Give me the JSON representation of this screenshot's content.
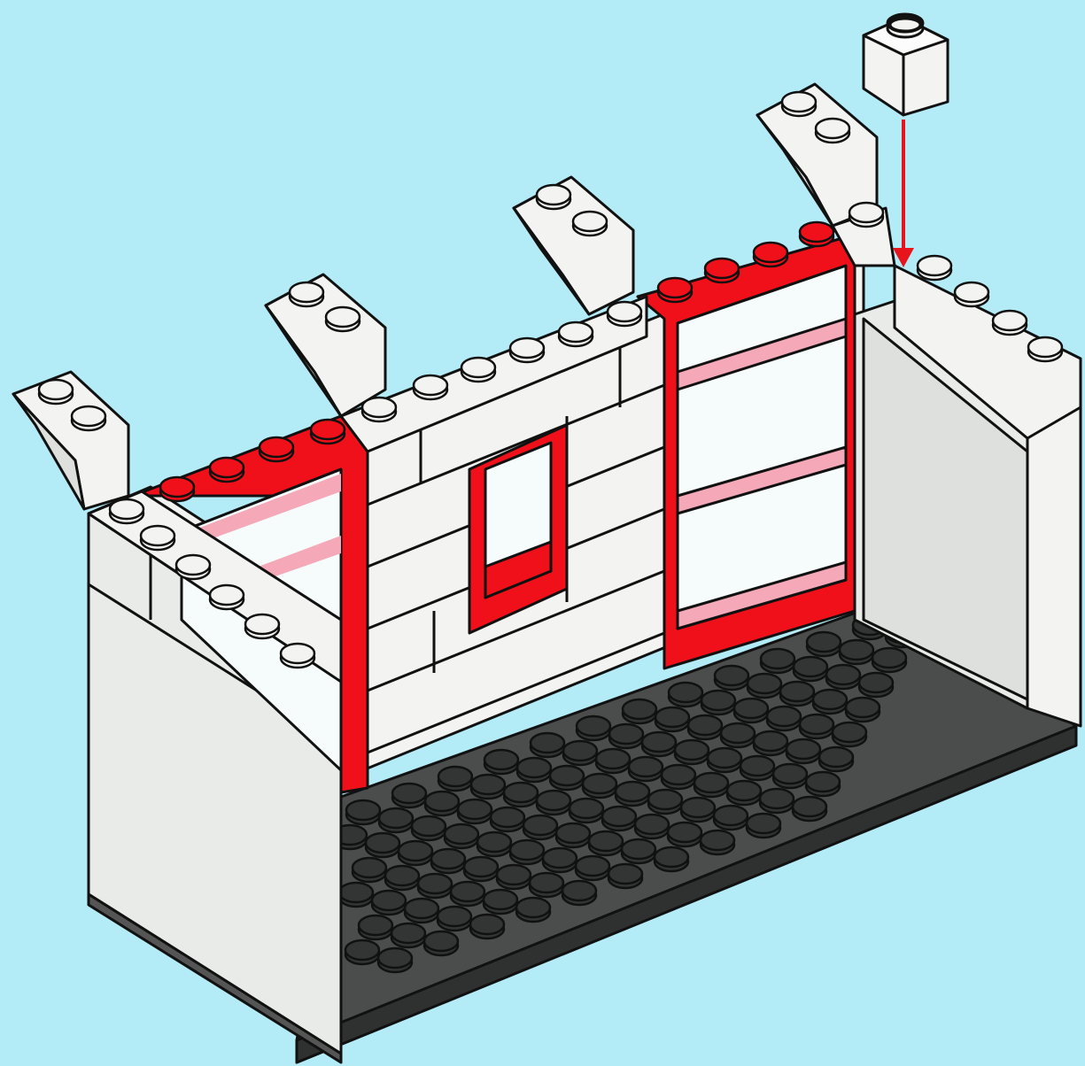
{
  "colors": {
    "background": "#b3ebf7",
    "brick_white": "#f3f4f1",
    "brick_shade": "#dde0dc",
    "brick_side": "#e8ebe7",
    "frame_red": "#f0101a",
    "glass_pink": "#f4a8b8",
    "glass": "#f6fbfc",
    "baseplate": "#4a4d4b",
    "baseplate_edge": "#2f3130",
    "stud_dark": "#333534",
    "outline": "#111111",
    "arrow": "#e8141c"
  },
  "diagram": {
    "kind": "building-instruction-step",
    "parts": [
      "dark-gray-baseplate",
      "white-brick-walls",
      "red-window-frame-left",
      "red-small-window-center",
      "red-window-frame-right",
      "white-slope-bricks",
      "new-white-1x1-brick"
    ],
    "action": "place-brick-down"
  }
}
